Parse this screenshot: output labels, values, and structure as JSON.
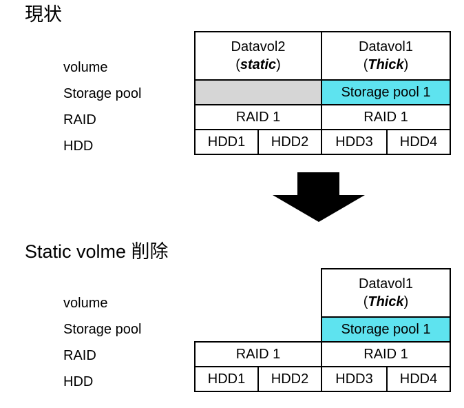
{
  "colors": {
    "empty_pool": "#d6d6d6",
    "storage_pool": "#5ee3ef",
    "line": "#000000"
  },
  "icons": {
    "arrow": "down-arrow-icon"
  },
  "before": {
    "title": "現状",
    "labels": {
      "volume": "volume",
      "storage_pool": "Storage pool",
      "raid": "RAID",
      "hdd": "HDD"
    },
    "volumes": [
      {
        "name": "Datavol2",
        "open": "(",
        "type": "static",
        "close": ")"
      },
      {
        "name": "Datavol1",
        "open": "(",
        "type": "Thick",
        "close": ")"
      }
    ],
    "pools": [
      "",
      "Storage pool 1"
    ],
    "raids": [
      "RAID 1",
      "RAID 1"
    ],
    "hdds": [
      "HDD1",
      "HDD2",
      "HDD3",
      "HDD4"
    ]
  },
  "after": {
    "title": "Static volme 削除",
    "labels": {
      "volume": "volume",
      "storage_pool": "Storage pool",
      "raid": "RAID",
      "hdd": "HDD"
    },
    "volumes": [
      {
        "name": "Datavol1",
        "open": "(",
        "type": "Thick",
        "close": ")"
      }
    ],
    "pools": [
      "Storage pool 1"
    ],
    "raids": [
      "RAID 1",
      "RAID 1"
    ],
    "hdds": [
      "HDD1",
      "HDD2",
      "HDD3",
      "HDD4"
    ]
  }
}
